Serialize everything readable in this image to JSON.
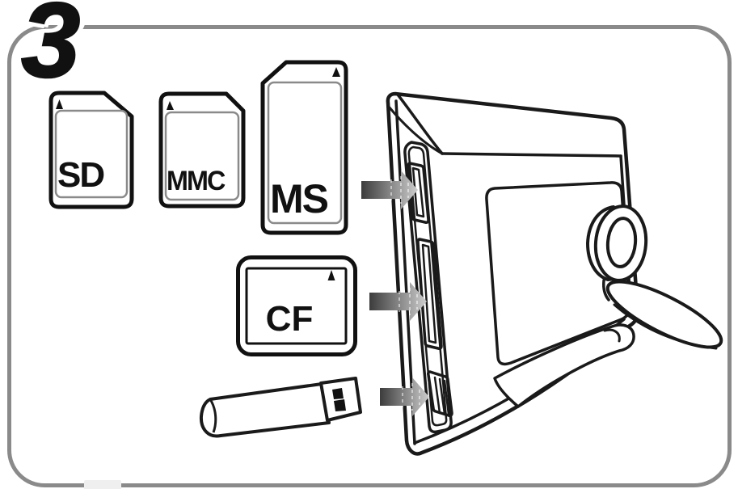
{
  "figure": {
    "step_number": "3",
    "description": "manual-step-insert-memory-cards"
  },
  "cards": [
    {
      "id": "sd",
      "label": "SD",
      "marker": "orientation-arrow-up"
    },
    {
      "id": "mmc",
      "label": "MMC",
      "marker": "orientation-arrow-up"
    },
    {
      "id": "ms",
      "label": "MS",
      "marker": "orientation-arrow-up"
    },
    {
      "id": "cf",
      "label": "CF",
      "marker": "orientation-arrow-up"
    }
  ],
  "devices": {
    "photo_frame": "digital-photo-frame-back-view",
    "usb_drive": "usb-flash-drive",
    "slots": [
      "memory-card-slot-top",
      "memory-card-slot-middle",
      "usb-port"
    ]
  },
  "arrows": [
    {
      "name": "insert-arrow-top",
      "target": "memory-card-slot-top"
    },
    {
      "name": "insert-arrow-middle",
      "target": "memory-card-slot-middle"
    },
    {
      "name": "insert-arrow-bottom",
      "target": "usb-port"
    }
  ],
  "colors": {
    "background": "#ffffff",
    "line_art": "#1a1a1a",
    "figure_border": "#8a8a8a",
    "card_inner_line": "#8a8a8a",
    "arrow_gradient_dark": "#3c3c3c",
    "arrow_gradient_light": "#cdcdcd"
  }
}
